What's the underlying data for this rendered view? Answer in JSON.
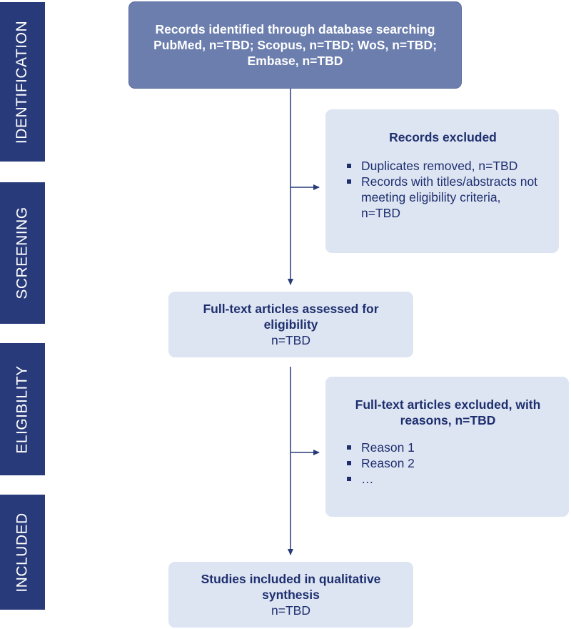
{
  "phases": [
    {
      "label": "IDENTIFICATION"
    },
    {
      "label": "SCREENING"
    },
    {
      "label": "ELIGIBILITY"
    },
    {
      "label": "INCLUDED"
    }
  ],
  "records_identified": {
    "title": "Records identified through database searching",
    "detail": "PubMed, n=TBD; Scopus, n=TBD; WoS, n=TBD; Embase, n=TBD"
  },
  "records_excluded": {
    "title": "Records excluded",
    "items": [
      "Duplicates removed, n=TBD",
      "Records with titles/abstracts not meeting eligibility criteria, n=TBD"
    ]
  },
  "fulltext_assessed": {
    "title": "Full-text articles assessed for eligibility",
    "count": "n=TBD"
  },
  "fulltext_excluded": {
    "title": "Full-text articles excluded, with reasons, n=TBD",
    "items": [
      "Reason 1",
      "Reason 2",
      "…"
    ]
  },
  "studies_included": {
    "title": "Studies included in qualitative synthesis",
    "count": "n=TBD"
  },
  "colors": {
    "phase_fill": "#283a7a",
    "top_box_fill": "#6b7eae",
    "light_box_fill": "#dde5f3",
    "text_dark": "#1f2f6e",
    "connector": "#2a3a78"
  }
}
